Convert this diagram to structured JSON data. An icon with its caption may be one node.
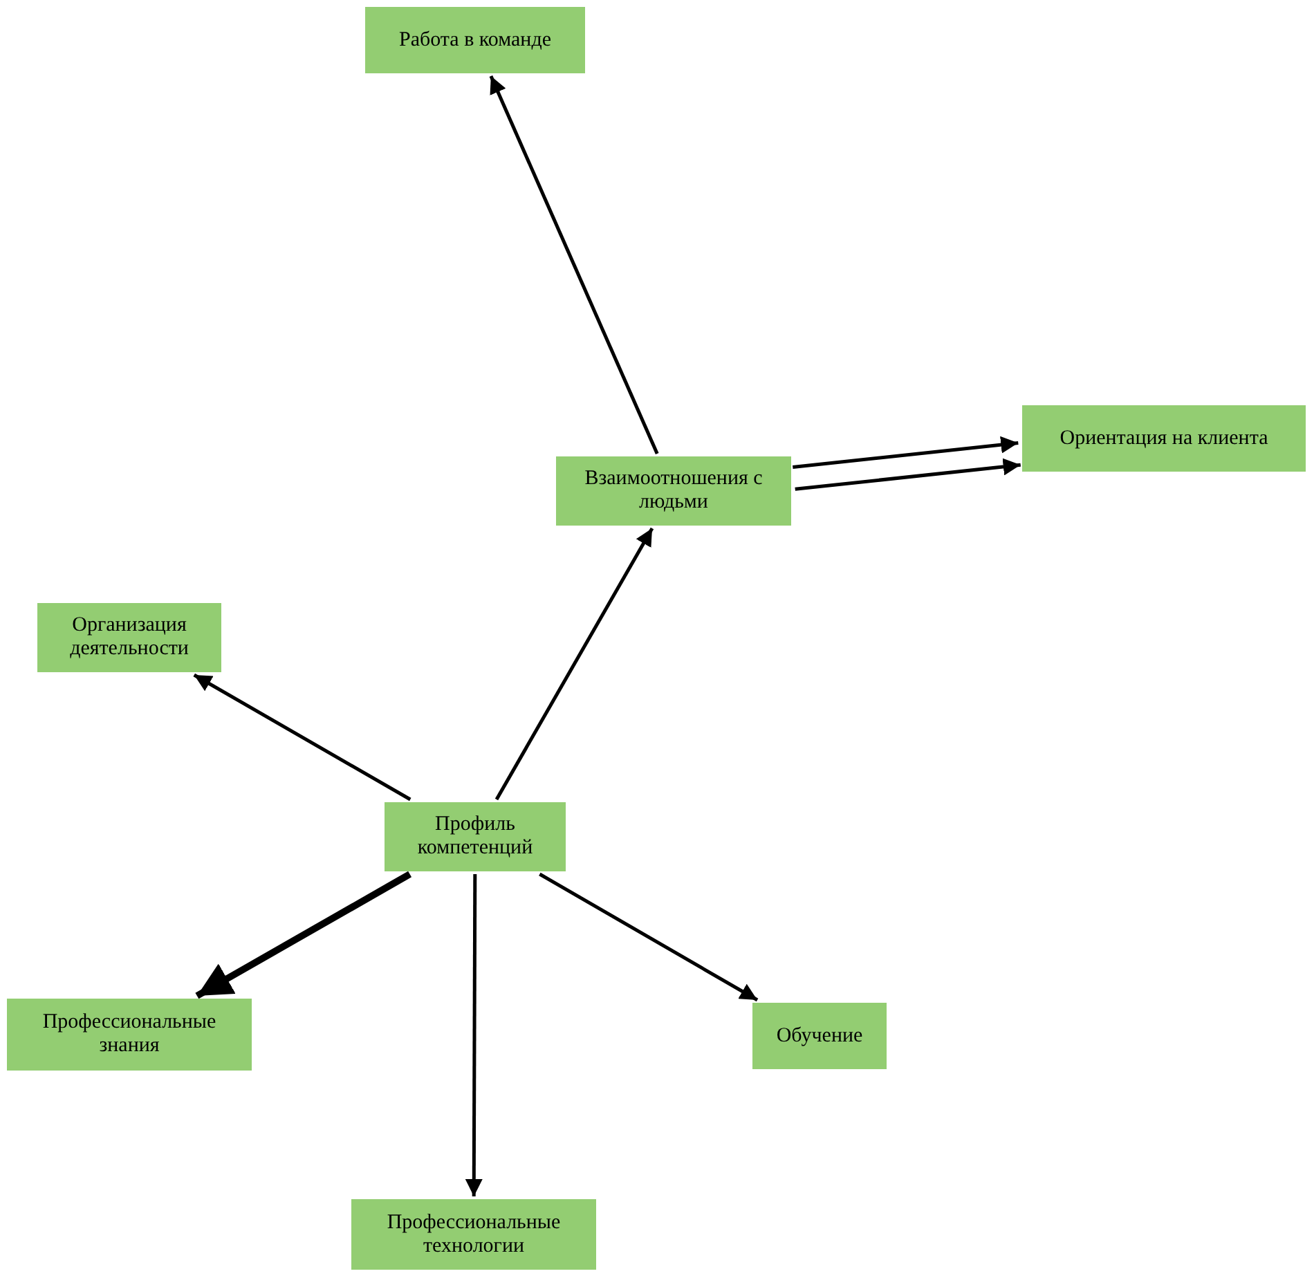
{
  "diagram": {
    "nodes": [
      {
        "text": [
          "Работа в команде"
        ]
      },
      {
        "text": [
          "Взаимоотношения с людьми"
        ]
      },
      {
        "text": [
          "Ориентация на клиента"
        ]
      },
      {
        "text": [
          "Организация деятельности"
        ]
      },
      {
        "text": [
          "Профиль компетенций"
        ]
      },
      {
        "text": [
          "Профессиональные знания"
        ]
      },
      {
        "text": [
          "Обучение"
        ]
      },
      {
        "text": [
          "Профессиональные технологии"
        ]
      }
    ],
    "edges": [
      {
        "from": 4,
        "to": 1,
        "arrow": "to"
      },
      {
        "from": 4,
        "to": 3,
        "arrow": "to"
      },
      {
        "from": 4,
        "to": 5,
        "arrow": "to",
        "style": "thick"
      },
      {
        "from": 4,
        "to": 7,
        "arrow": "to"
      },
      {
        "from": 4,
        "to": 6,
        "arrow": "to"
      },
      {
        "from": 1,
        "to": 0,
        "arrow": "to"
      },
      {
        "from": 1,
        "to": 2,
        "arrow": "to"
      },
      {
        "from": 1,
        "to": 2,
        "arrow": "to"
      }
    ]
  }
}
